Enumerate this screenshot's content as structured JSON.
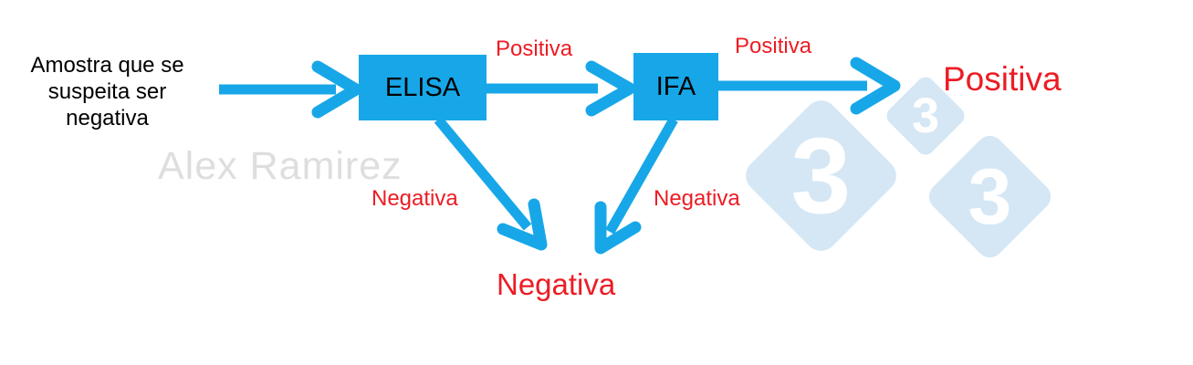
{
  "diagram": {
    "source_text": "Amostra que se\nsuspeita ser\nnegativa",
    "elisa": {
      "label": "ELISA",
      "positive_branch_label": "Positiva",
      "negative_branch_label": "Negativa"
    },
    "ifa": {
      "label": "IFA",
      "positive_branch_label": "Positiva",
      "negative_branch_label": "Negativa"
    },
    "outcome_positive": "Positiva",
    "outcome_negative": "Negativa"
  },
  "watermark": {
    "author": "Alex Ramirez",
    "logo": {
      "digit_large": "3",
      "digit_small": "3",
      "digit_medium": "3"
    }
  },
  "colors": {
    "flow_blue": "#17a7e8",
    "label_red": "#ec1c24",
    "node_text": "#000000",
    "watermark_gray": "#dedede",
    "diamond_blue": "#d5e7f4",
    "diamond_digit": "#ffffff",
    "background": "#ffffff"
  }
}
